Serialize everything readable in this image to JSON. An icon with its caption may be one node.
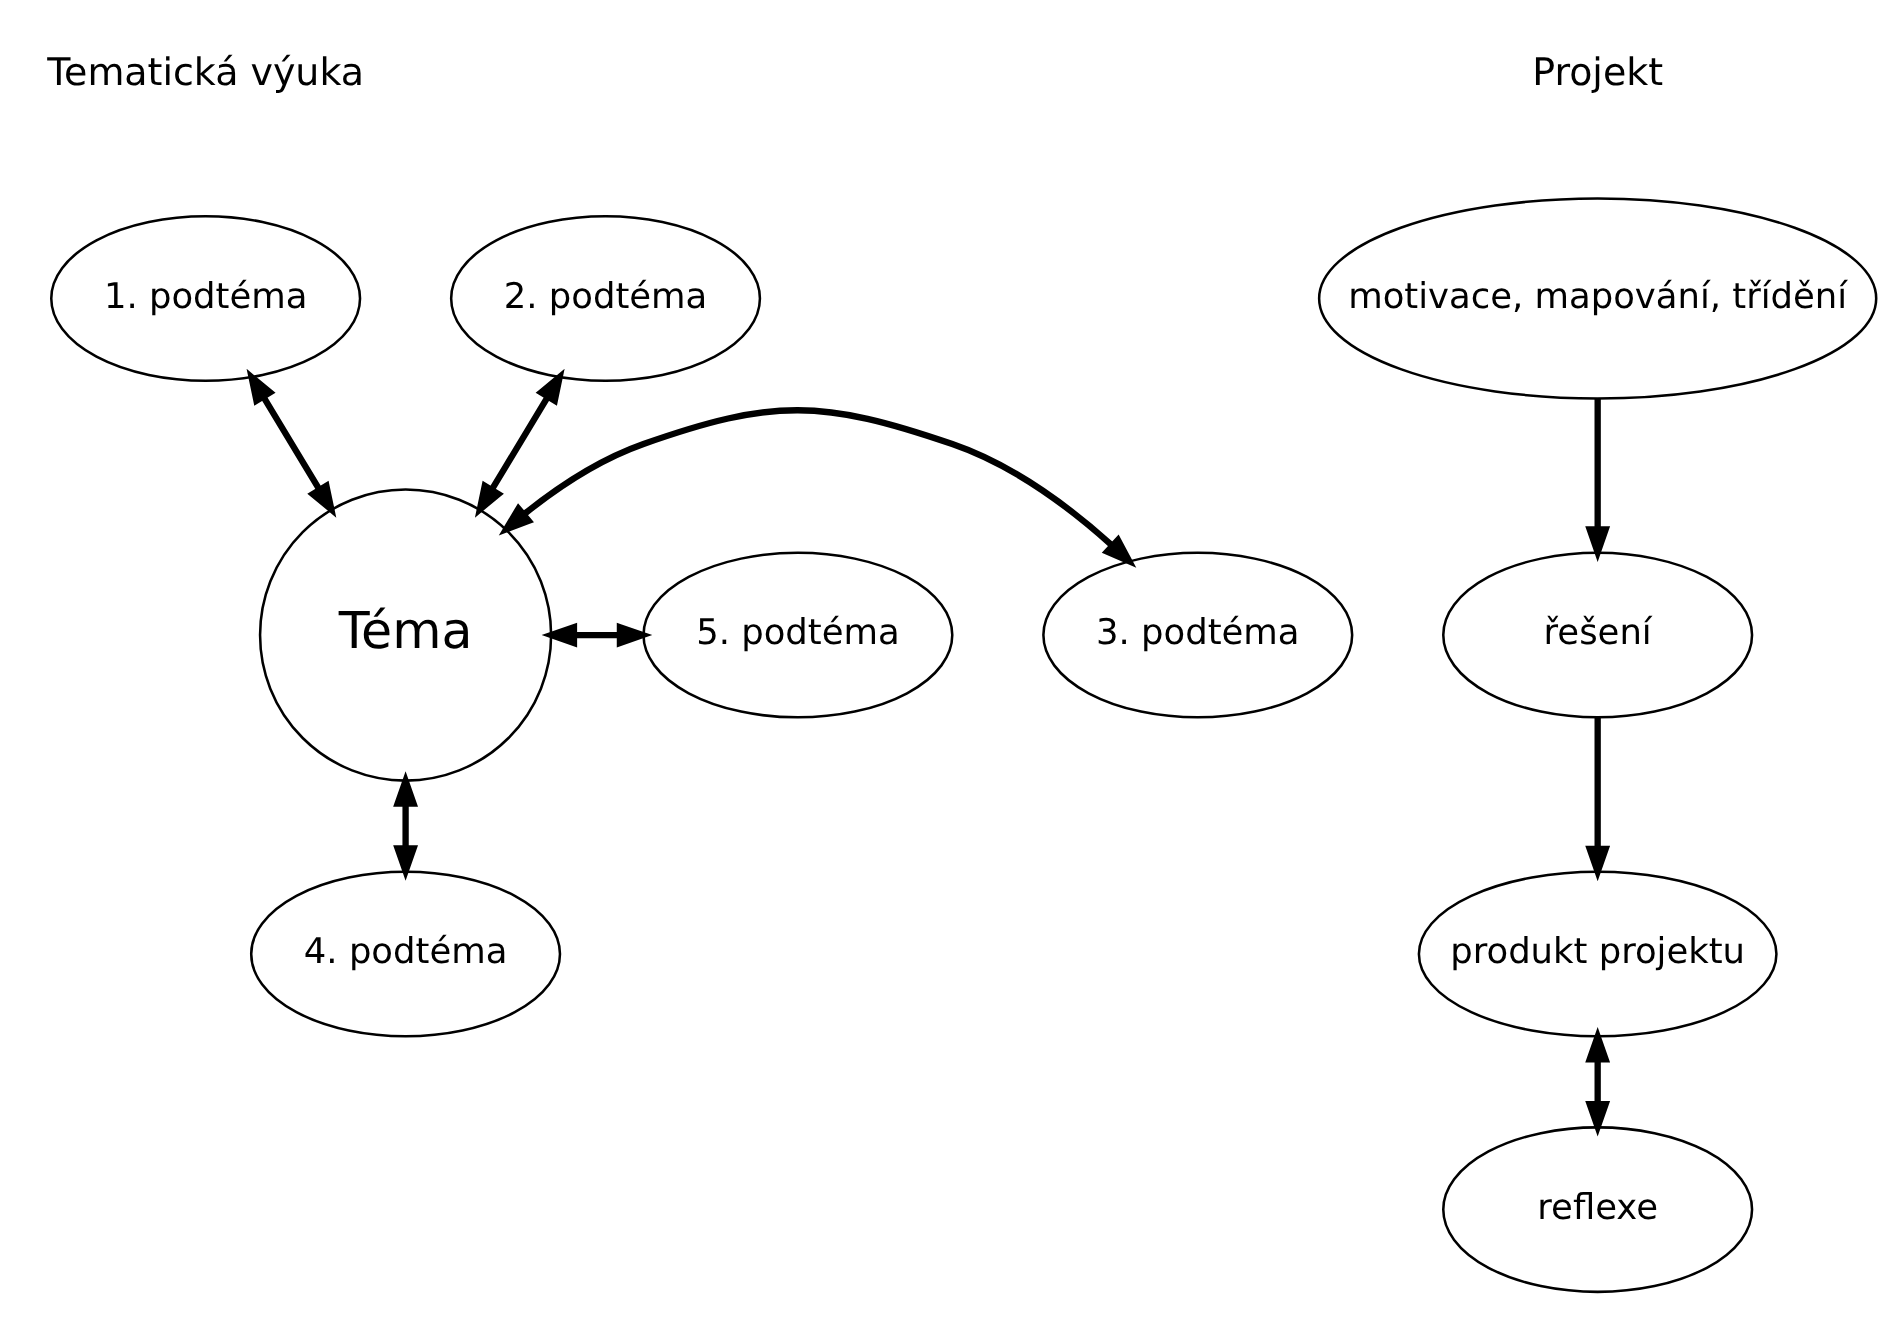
{
  "diagram": {
    "nodes": [
      {
        "text": [
          "Téma"
        ]
      },
      {
        "text": [
          "1. podtéma"
        ]
      },
      {
        "text": [
          "2. podtéma"
        ]
      },
      {
        "text": [
          "3. podtéma"
        ]
      },
      {
        "text": [
          "4. podtéma"
        ]
      },
      {
        "text": [
          "5. podtéma"
        ]
      },
      {
        "text": [
          "motivace, mapování, třídění"
        ]
      },
      {
        "text": [
          "řešení"
        ]
      },
      {
        "text": [
          "produkt projektu"
        ]
      },
      {
        "text": [
          "reflexe"
        ]
      }
    ],
    "edges": [
      {
        "from": 1,
        "to": 0,
        "arrow": "both"
      },
      {
        "from": 2,
        "to": 0,
        "arrow": "both"
      },
      {
        "from": 0,
        "to": 3,
        "arrow": "both"
      },
      {
        "from": 0,
        "to": 4,
        "arrow": "both"
      },
      {
        "from": 0,
        "to": 5,
        "arrow": "both"
      },
      {
        "from": 6,
        "to": 7,
        "arrow": "to"
      },
      {
        "from": 7,
        "to": 8,
        "arrow": "to"
      },
      {
        "from": 8,
        "to": 9,
        "arrow": "both"
      }
    ],
    "labels": [
      "Tematická výuka",
      "Projekt"
    ]
  }
}
